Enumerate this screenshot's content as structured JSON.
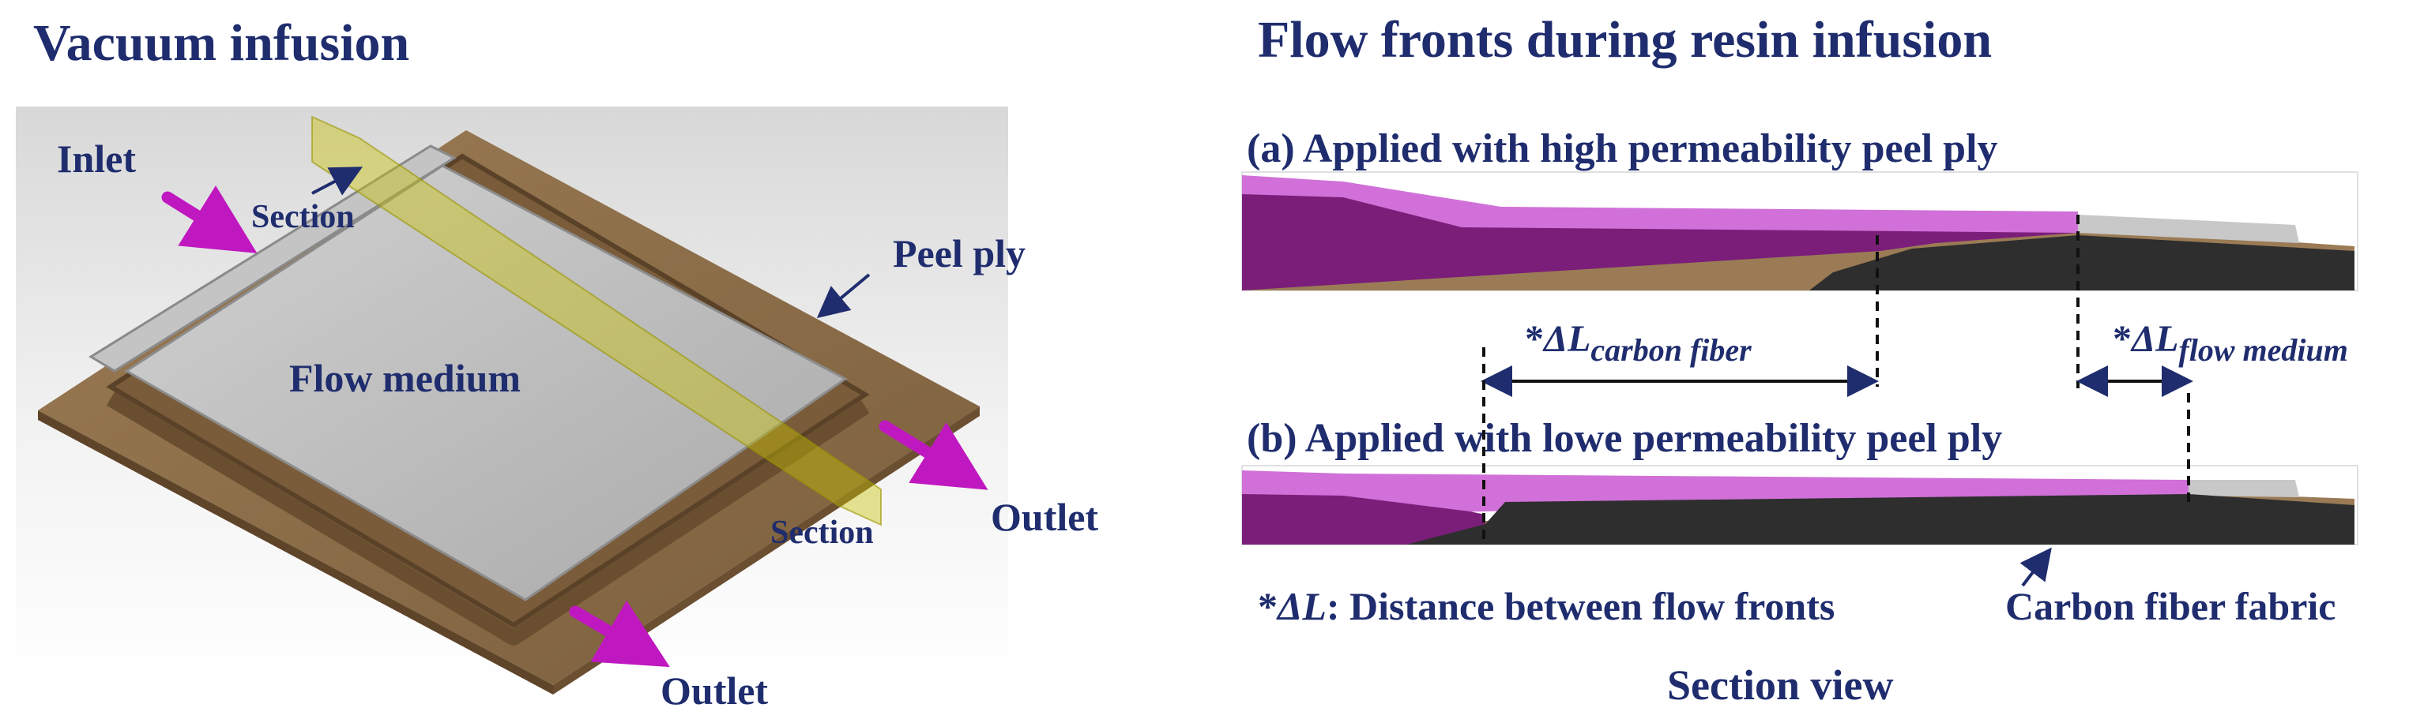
{
  "left_panel": {
    "title": "Vacuum infusion",
    "labels": {
      "inlet": "Inlet",
      "section_top": "Section",
      "peel_ply": "Peel ply",
      "flow_medium": "Flow medium",
      "section_bottom": "Section",
      "outlet_right": "Outlet",
      "outlet_bottom": "Outlet"
    }
  },
  "right_panel": {
    "title": "Flow fronts during resin infusion",
    "case_a": "(a) Applied with high permeability peel ply",
    "case_b": "(b) Applied with lowe permeability peel ply",
    "dl_carbon": {
      "star": "*",
      "delta": "ΔL",
      "sub": "carbon fiber"
    },
    "dl_flow": {
      "star": "*",
      "delta": "ΔL",
      "sub": "flow medium"
    },
    "legend_prefix": "*",
    "legend_symbol": "ΔL",
    "legend_text": ": Distance between flow fronts",
    "carbon_fabric": "Carbon fiber fabric",
    "section_view": "Section view"
  },
  "colors": {
    "title_navy": "#1f2d6e",
    "resin_dark": "#7a1e7a",
    "resin_light": "#d070d8",
    "carbon_fiber": "#2e2e2e",
    "peel_ply_brown": "#8b6d48",
    "flow_medium_gray": "#b8b8b8",
    "arrow_magenta": "#c018c0"
  }
}
